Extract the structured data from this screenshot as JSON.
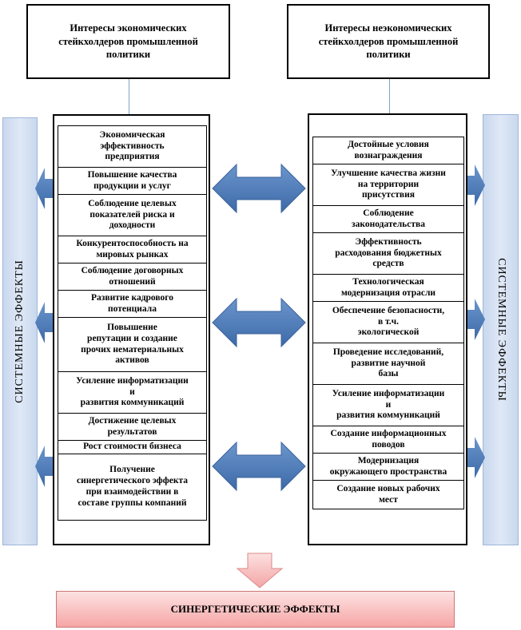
{
  "header_left": "Интересы экономических\nстейкхолдеров промышленной\nполитики",
  "header_right": "Интересы неэкономических\nстейкхолдеров промышленной\nполитики",
  "side_label_left": "СИСТЕМНЫЕ ЭФФЕКТЫ",
  "side_label_right": "СИСТЕМНЫЕ ЭФФЕКТЫ",
  "left_items": [
    "Экономическая\nэффективность\nпредприятия",
    "Повышение качества\nпродукции и услуг",
    "Соблюдение целевых\nпоказателей риска и\nдоходности",
    "Конкурентоспособность на\nмировых рынках",
    "Соблюдение договорных\nотношений",
    "Развитие кадрового\nпотенциала",
    "Повышение\nрепутации и создание\nпрочих нематериальных\nактивов",
    "Усиление информатизации\nи\nразвития коммуникаций",
    "Достижение целевых\nрезультатов",
    "Рост стоимости бизнеса",
    "Получение\nсинергетического эффекта\nпри взаимодействии в\nсоставе группы компаний"
  ],
  "right_items": [
    "Достойные условия\nвознаграждения",
    "Улучшение качества жизни\nна территории\nприсутствия",
    "Соблюдение\nзаконодательства",
    "Эффективность\nрасходования бюджетных\nсредств",
    "Технологическая\nмодернизация отрасли",
    "Обеспечение безопасности,\nв т.ч.\nэкологической",
    "Проведение исследований,\nразвитие научной\nбазы",
    "Усиление информатизации\nи\nразвития коммуникаций",
    "Создание информационных\nповодов",
    "Модернизация\nокружающего пространства",
    "Создание новых рабочих\nмест"
  ],
  "bottom_label": "СИНЕРГЕТИЧЕСКИЕ ЭФФЕКТЫ",
  "colors": {
    "arrow_blue": "#4a78b5",
    "side_bar": "#dbe5f3",
    "bottom_box": "#f6a6a6",
    "bottom_arrow": "#f4b7b7"
  }
}
